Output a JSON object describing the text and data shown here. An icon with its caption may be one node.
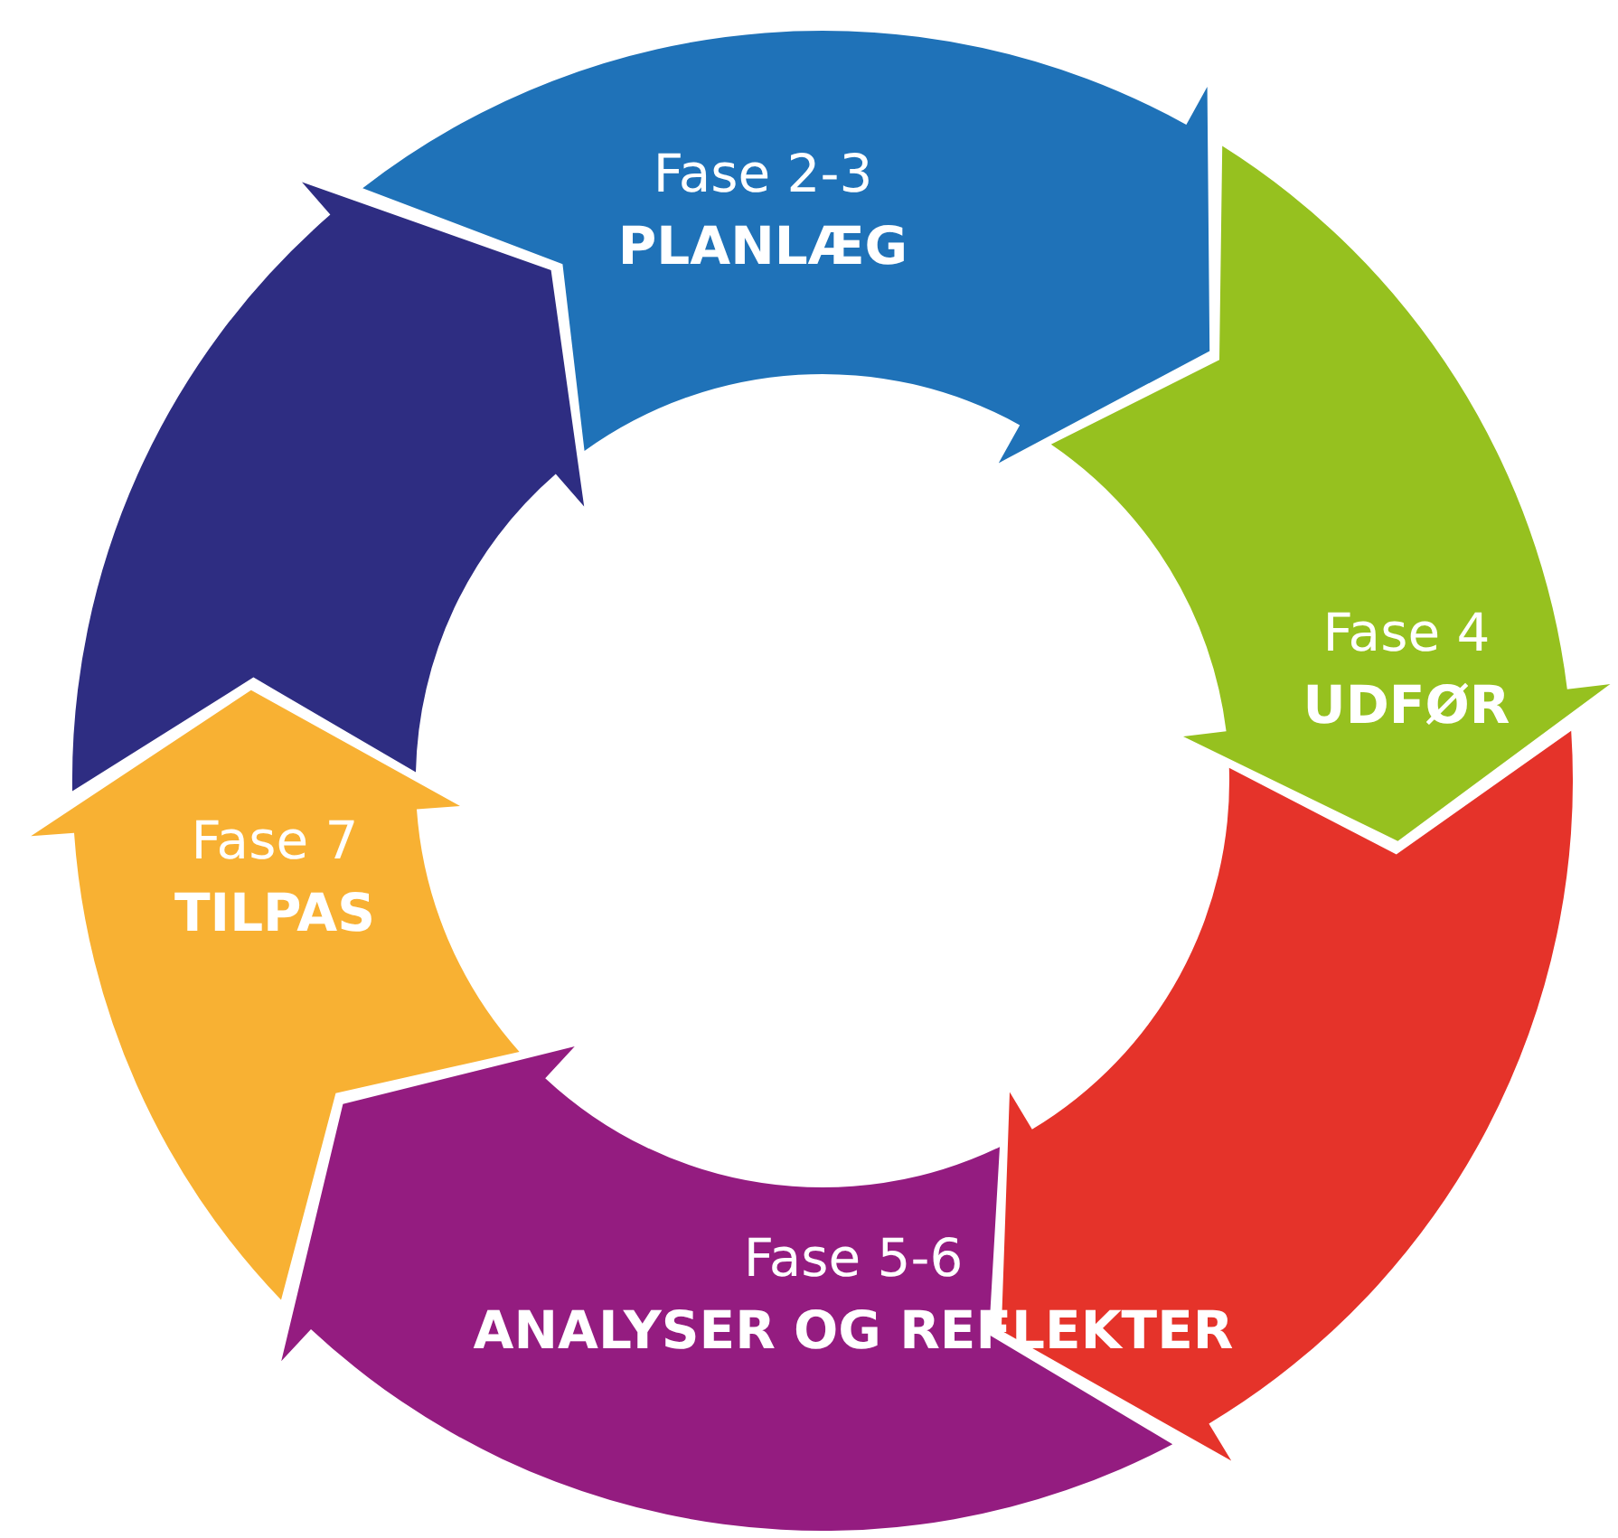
{
  "diagram": {
    "nodes": [
      {
        "text": [],
        "shape": "arrow"
      },
      {
        "text": [
          "Fase 2-3",
          "PLANLÆG"
        ]
      },
      {
        "text": [
          "Fase 4",
          "UDFØR"
        ]
      },
      {
        "text": [],
        "shape": "arrow"
      },
      {
        "text": [
          "Fase 5-6",
          "ANALYSER OG REFLEKTER"
        ]
      },
      {
        "text": [
          "Fase 7",
          "TILPAS"
        ]
      }
    ]
  }
}
